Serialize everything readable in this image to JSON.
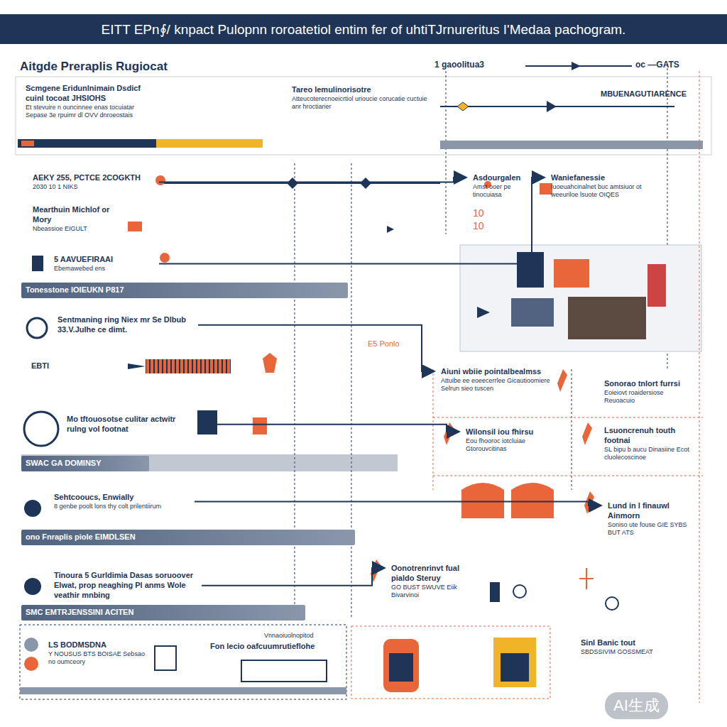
{
  "diagram": {
    "title": "EITT EPn∮/ knpact Pulopnn roroatetiol entim fer of uhtiTJrnureritus I'Medaa pachogram.",
    "nodes": [
      {
        "text": [
          "Scmgene Eridunlnimain Dsdicf cuinl tocoat JHSIOHS",
          "Et stevuire n ouncinnee enas tocuiatar Sepase 3e rpuimr dl OVV dnroeostais"
        ]
      },
      {
        "text": [
          "Tareo lemulinorisotre",
          "Atteucoterecnoeicrtiol urioucie corucatie cuctuie anr hroctiarier"
        ]
      },
      {
        "text": [
          "MBUENAGUTIARENCE"
        ]
      },
      {
        "text": [
          "AEKY 255, PCTCE 2COGKTH",
          "2030 10 1 NIKS"
        ]
      },
      {
        "text": [
          "Mearthuin Michlof or Mory",
          "Nbeassioe EIGULT"
        ]
      },
      {
        "text": [
          "5 AAVUEFIRAAI",
          "Ebemawebed ens"
        ]
      },
      {
        "text": [
          "Tonesstone IOIEUKN P817"
        ]
      },
      {
        "text": [
          "Sentmaning ring Niex mr Se Dlbub 33.V.Julhe ce dimt."
        ]
      },
      {
        "text": [
          "EBTI"
        ]
      },
      {
        "text": [
          "Mo tftouosotse culitar actwitr rulng vol footnat"
        ]
      },
      {
        "text": [
          "SWAC GA DOMINSY"
        ]
      },
      {
        "text": [
          "Sehtcooucs, Enwially",
          "8 genbe poolt lons thy colt prilentiirum"
        ]
      },
      {
        "text": [
          "ono Fnraplis piole EIMDLSEN"
        ]
      },
      {
        "text": [
          "Tinoura 5 Gurldimia Dasas soruoover Elwat, prop neaghing Pl anms Wole veathir mnbing"
        ]
      },
      {
        "text": [
          "SMC EMTRJENSSINI ACITEN"
        ]
      },
      {
        "text": [
          "LS BODMSDNA",
          "Y NOUSUS BTS BOISAE Sebsao no oumceory"
        ]
      },
      {
        "text": [
          "Asdourgalen",
          "Amst ooer pe tinocuiasa"
        ]
      },
      {
        "text": [
          "Waniefanessie",
          "Iuoeuahcinalnet buc amtsiuor ot weeuriloe lsuote OIQES"
        ]
      },
      {
        "text": [
          "Aiuni wbiie pointalbealmss",
          "Attuibe ee eoeecerrlee Gicautioomiere Selrun sieo tuscen"
        ]
      },
      {
        "text": [
          "Sonorao tnlort furrsi",
          "Eoieiovt roaidersiose Reuoacuio"
        ]
      },
      {
        "text": [
          "Wilonsil iou fhirsu",
          "Eou fhooroc iotcluiae Gtorouvcitinas"
        ]
      },
      {
        "text": [
          "Lsuoncrenuh touth footnai",
          "SL bipu b aucu Dinasiine Ecot cluolecoscinoe"
        ]
      },
      {
        "text": [
          "Lund in l finauwl Ainmorn",
          "Soniso ute fouse GIE SYBS BUT ATS"
        ]
      },
      {
        "text": [
          "Oonotrenrinvt fual pialdo Steruy",
          "GO BUST SWUVE Eiik Bivarvinoi"
        ]
      },
      {
        "text": [
          "Sinl Banic tout",
          "SBDSSIVIM GOSSMEAT"
        ]
      },
      {
        "text": [
          "Fon lecio oafcuumrutieflohe"
        ]
      }
    ],
    "edges": [
      {
        "from": 3,
        "to": 16,
        "arrow": "to"
      },
      {
        "from": 5,
        "to": 17,
        "arrow": "to"
      },
      {
        "from": 7,
        "to": 18,
        "arrow": "to"
      },
      {
        "from": 9,
        "to": 20,
        "arrow": "to"
      },
      {
        "from": 11,
        "to": 22,
        "arrow": "to"
      },
      {
        "from": 13,
        "to": 23,
        "arrow": "to"
      }
    ],
    "labels": [
      "Aitgde Preraplis Rugiocat",
      "1 gaoolitua3",
      "oc —GATS",
      "10",
      "10",
      "E5 Ponlo",
      "Vnnaoiuolnopitod",
      "AI生成"
    ]
  }
}
